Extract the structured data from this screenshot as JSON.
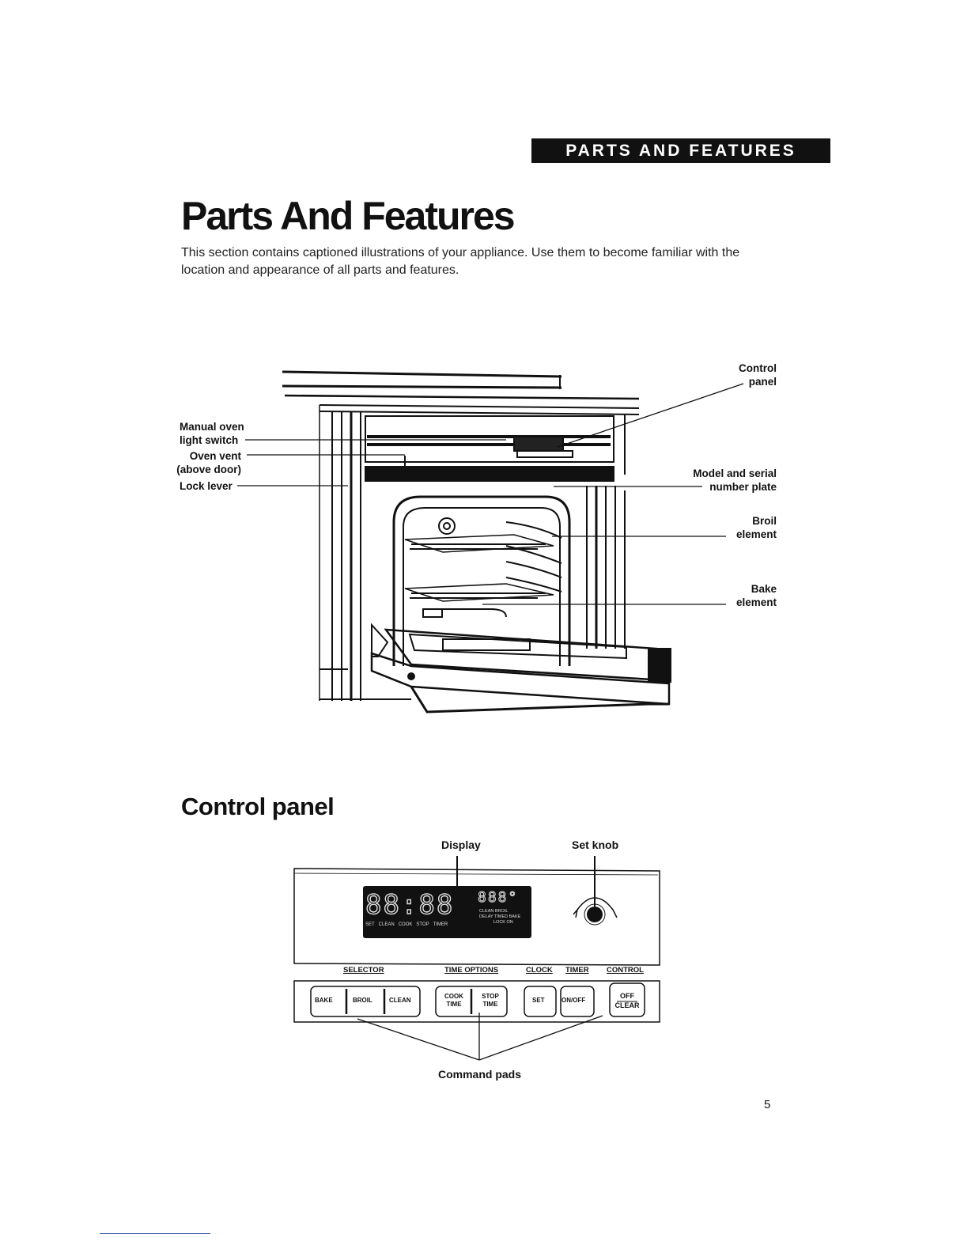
{
  "header": {
    "banner": "PARTS AND FEATURES"
  },
  "title": "Parts And Features",
  "intro": "This section contains captioned illustrations of your appliance. Use them to become familiar with the location and appearance of all parts and features.",
  "oven_labels": {
    "light_switch": [
      "Manual oven",
      "light switch"
    ],
    "oven_vent": [
      "Oven vent",
      "(above door)"
    ],
    "lock_lever": "Lock lever",
    "control_panel": [
      "Control",
      "panel"
    ],
    "model_plate": [
      "Model and serial",
      "number plate"
    ],
    "broil_element": [
      "Broil",
      "element"
    ],
    "bake_element": [
      "Bake",
      "element"
    ]
  },
  "section_title": "Control panel",
  "control_panel": {
    "display_label": "Display",
    "set_knob_label": "Set knob",
    "command_pads_label": "Command pads",
    "display_digits": "88:88",
    "display_temp": "888°",
    "display_indicators": [
      "SET",
      "CLEAN",
      "COOK",
      "STOP",
      "TIMER"
    ],
    "display_status": [
      "CLEAN",
      "BROIL",
      "DELAY",
      "TIMED",
      "BAKE",
      "LOCK",
      "ON"
    ],
    "groups": [
      "SELECTOR",
      "TIME OPTIONS",
      "CLOCK",
      "TIMER",
      "CONTROL"
    ],
    "pads": {
      "bake": "BAKE",
      "broil": "BROIL",
      "clean": "CLEAN",
      "cook_time": [
        "COOK",
        "TIME"
      ],
      "stop_time": [
        "STOP",
        "TIME"
      ],
      "set": "SET",
      "on_off": "ON/OFF",
      "off_clear": [
        "OFF",
        "CLEAR"
      ]
    }
  },
  "page_number": "5"
}
